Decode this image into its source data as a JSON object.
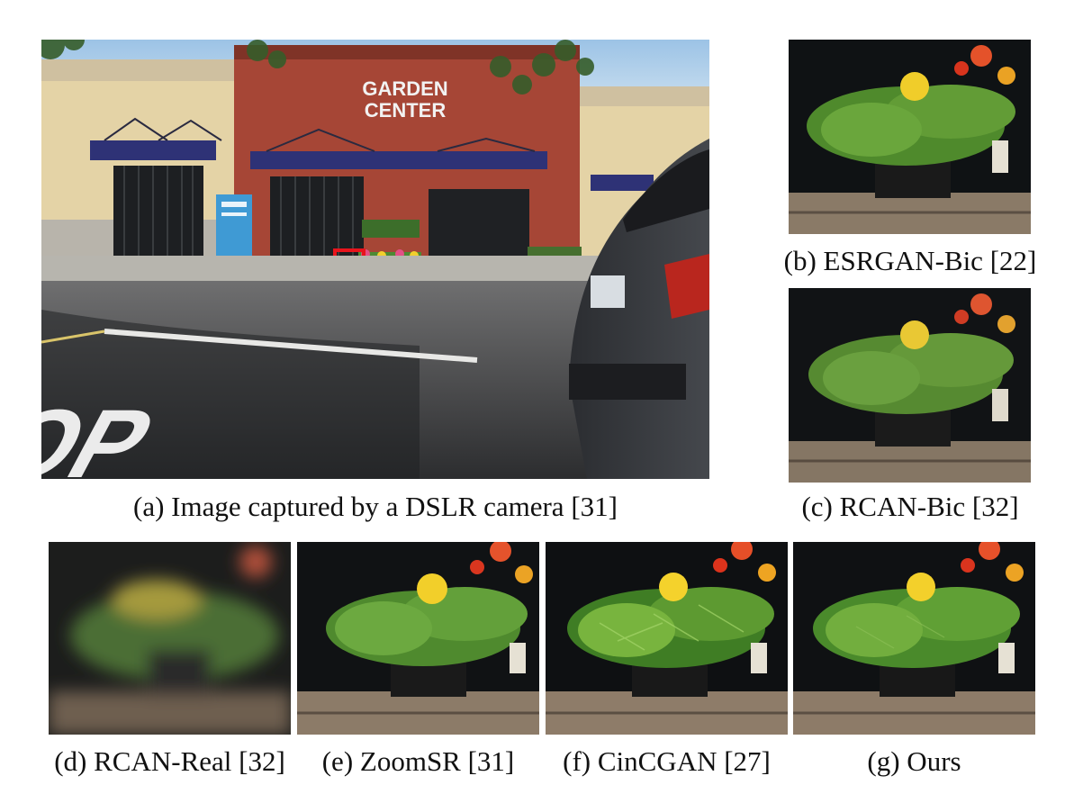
{
  "figure": {
    "main_panel": {
      "caption": "(a) Image captured by a DSLR camera [31]",
      "sign_line1": "GARDEN",
      "sign_line2": "CENTER",
      "road_marking": "STOP"
    },
    "panels": [
      {
        "id": "b",
        "caption": "(b) ESRGAN-Bic [22]"
      },
      {
        "id": "c",
        "caption": "(c) RCAN-Bic [32]"
      },
      {
        "id": "d",
        "caption": "(d) RCAN-Real [32]"
      },
      {
        "id": "e",
        "caption": "(e) ZoomSR [31]"
      },
      {
        "id": "f",
        "caption": "(f) CinCGAN [27]"
      },
      {
        "id": "g",
        "caption": "(g) Ours"
      }
    ],
    "highlight_color": "#e8141c"
  }
}
